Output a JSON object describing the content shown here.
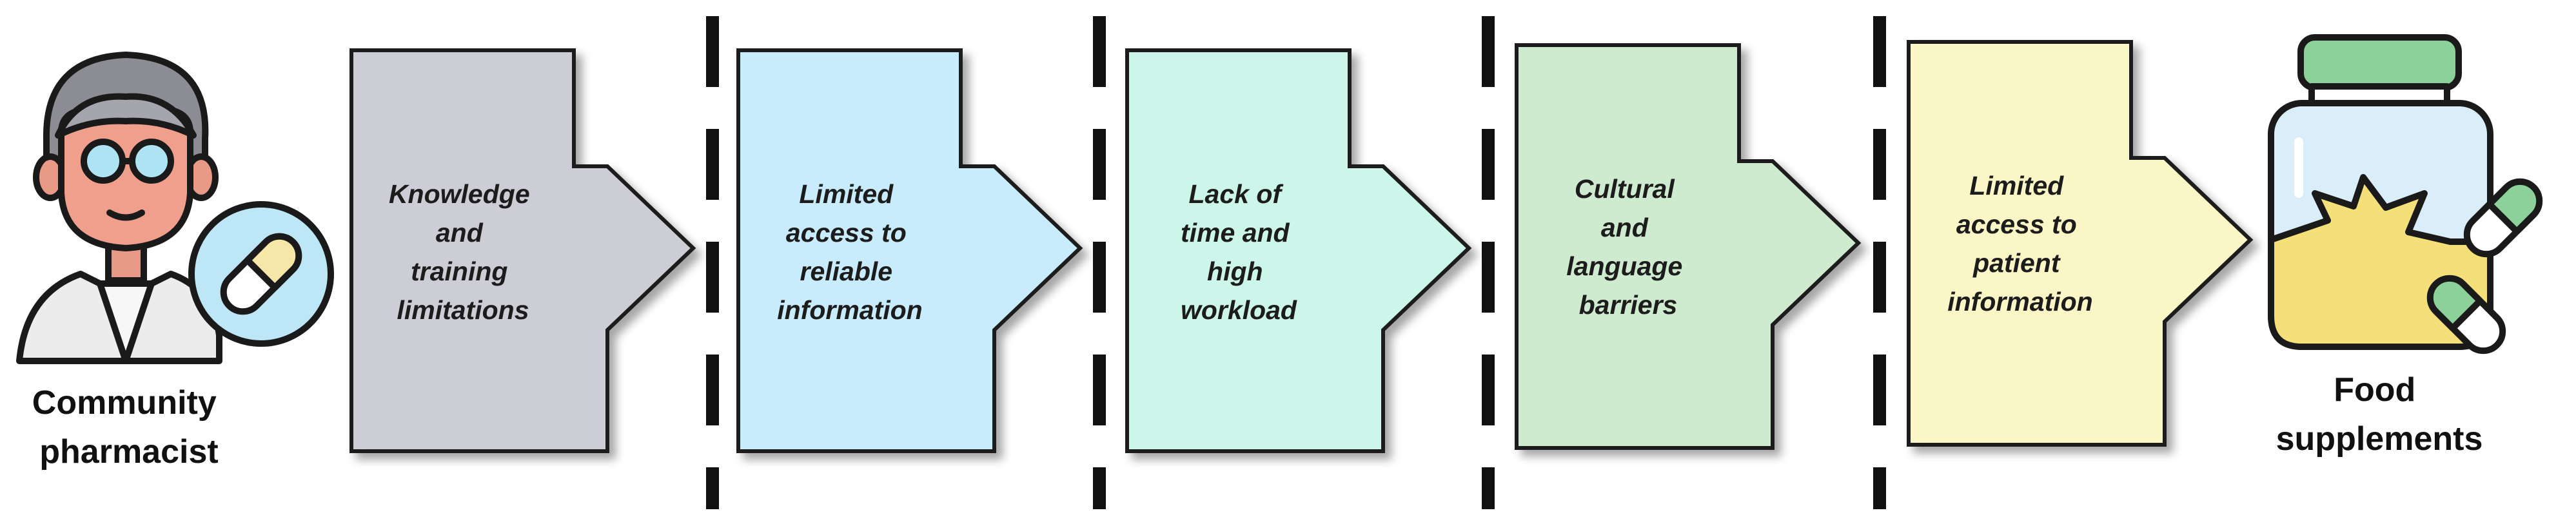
{
  "left_actor": {
    "label_lines": [
      "Community",
      "pharmacist"
    ],
    "icon": "pharmacist-avatar-icon",
    "badge_icon": "capsule-icon"
  },
  "right_target": {
    "label_lines": [
      "Food",
      "supplements"
    ],
    "icon": "supplement-jar-icon"
  },
  "steps": [
    {
      "lines": [
        "Knowledge",
        "and",
        "training",
        "limitations"
      ],
      "color": "#cdcdd6"
    },
    {
      "lines": [
        "Limited",
        "access to",
        "reliable",
        "information"
      ],
      "color": "#c8ecfb"
    },
    {
      "lines": [
        "Lack of",
        "time and",
        "high",
        "workload"
      ],
      "color": "#ccf6ea"
    },
    {
      "lines": [
        "Cultural",
        "and",
        "language",
        "barriers"
      ],
      "color": "#cfebcf"
    },
    {
      "lines": [
        "Limited",
        "access to",
        "patient",
        "information"
      ],
      "color": "#fbf6c6"
    }
  ],
  "colors": {
    "outline": "#1a1a1a",
    "barrier": "#111111"
  }
}
